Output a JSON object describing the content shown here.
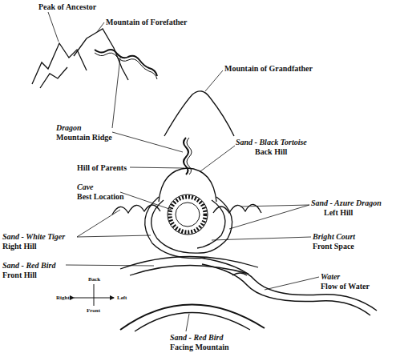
{
  "diagram": {
    "labels": [
      "Peak of Ancestor",
      "Mountain of Forefather",
      "Mountain of Grandfather",
      "Dragon",
      "Mountain Ridge",
      "Hill of Parents",
      "Sand - Black Tortoise",
      "Back Hill",
      "Cave",
      "Best Location",
      "Sand - White Tiger",
      "Right Hill",
      "Sand - Azure Dragon",
      "Left Hill",
      "Bright Court",
      "Front Space",
      "Sand - Red Bird",
      "Front Hill",
      "Back",
      "Right",
      "Left",
      "Front",
      "Water",
      "Flow of Water",
      "Sand - Red Bird",
      "Facing Mountain"
    ]
  }
}
